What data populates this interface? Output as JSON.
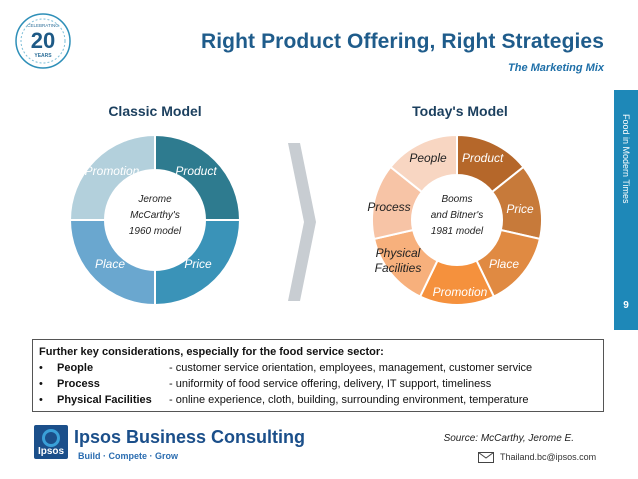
{
  "header": {
    "title": "Right Product Offering, Right Strategies",
    "subtitle": "The Marketing Mix"
  },
  "anniversary_logo": {
    "number": "20",
    "line1": "CELEBRATING",
    "line2": "YEARS"
  },
  "sidebar": {
    "label": "Food in Modern Times",
    "page_number": "9"
  },
  "classic_model": {
    "title": "Classic Model",
    "center_lines": [
      "Jerome",
      "McCarthy's",
      "1960 model"
    ],
    "segments": [
      {
        "label": "Product",
        "color": "#2e7b8f"
      },
      {
        "label": "Price",
        "color": "#3a93b8"
      },
      {
        "label": "Place",
        "color": "#6aa7cf"
      },
      {
        "label": "Promotion",
        "color": "#b3d0dc"
      }
    ]
  },
  "todays_model": {
    "title": "Today's Model",
    "center_lines": [
      "Booms",
      "and Bitner's",
      "1981 model"
    ],
    "segments": [
      {
        "label": "Product",
        "color": "#b5672a"
      },
      {
        "label": "Price",
        "color": "#c77a3a"
      },
      {
        "label": "Place",
        "color": "#e08a42"
      },
      {
        "label": "Promotion",
        "color": "#f5913d"
      },
      {
        "label_lines": [
          "Physical",
          "Facilities"
        ],
        "color": "#f7b07c"
      },
      {
        "label": "Process",
        "color": "#f7c4a6"
      },
      {
        "label": "People",
        "color": "#f8d6c2"
      }
    ]
  },
  "considerations": {
    "heading": "Further key considerations, especially for the food service sector:",
    "items": [
      {
        "bullet": "•",
        "term": "People",
        "desc": "- customer service orientation, employees, management, customer service"
      },
      {
        "bullet": "•",
        "term": "Process",
        "desc": "- uniformity of food service offering, delivery, IT support, timeliness"
      },
      {
        "bullet": "•",
        "term": "Physical Facilities",
        "desc": "- online experience, cloth, building, surrounding environment, temperature"
      }
    ]
  },
  "footer": {
    "badge": "Ipsos",
    "company": "Ipsos Business Consulting",
    "tagline": "Build · Compete · Grow",
    "source": "Source: McCarthy, Jerome E.",
    "email": "Thailand.bc@ipsos.com"
  },
  "colors": {
    "title": "#1f5c8b",
    "sidebar": "#1e88b8",
    "chevron": "#c8cdd2"
  }
}
